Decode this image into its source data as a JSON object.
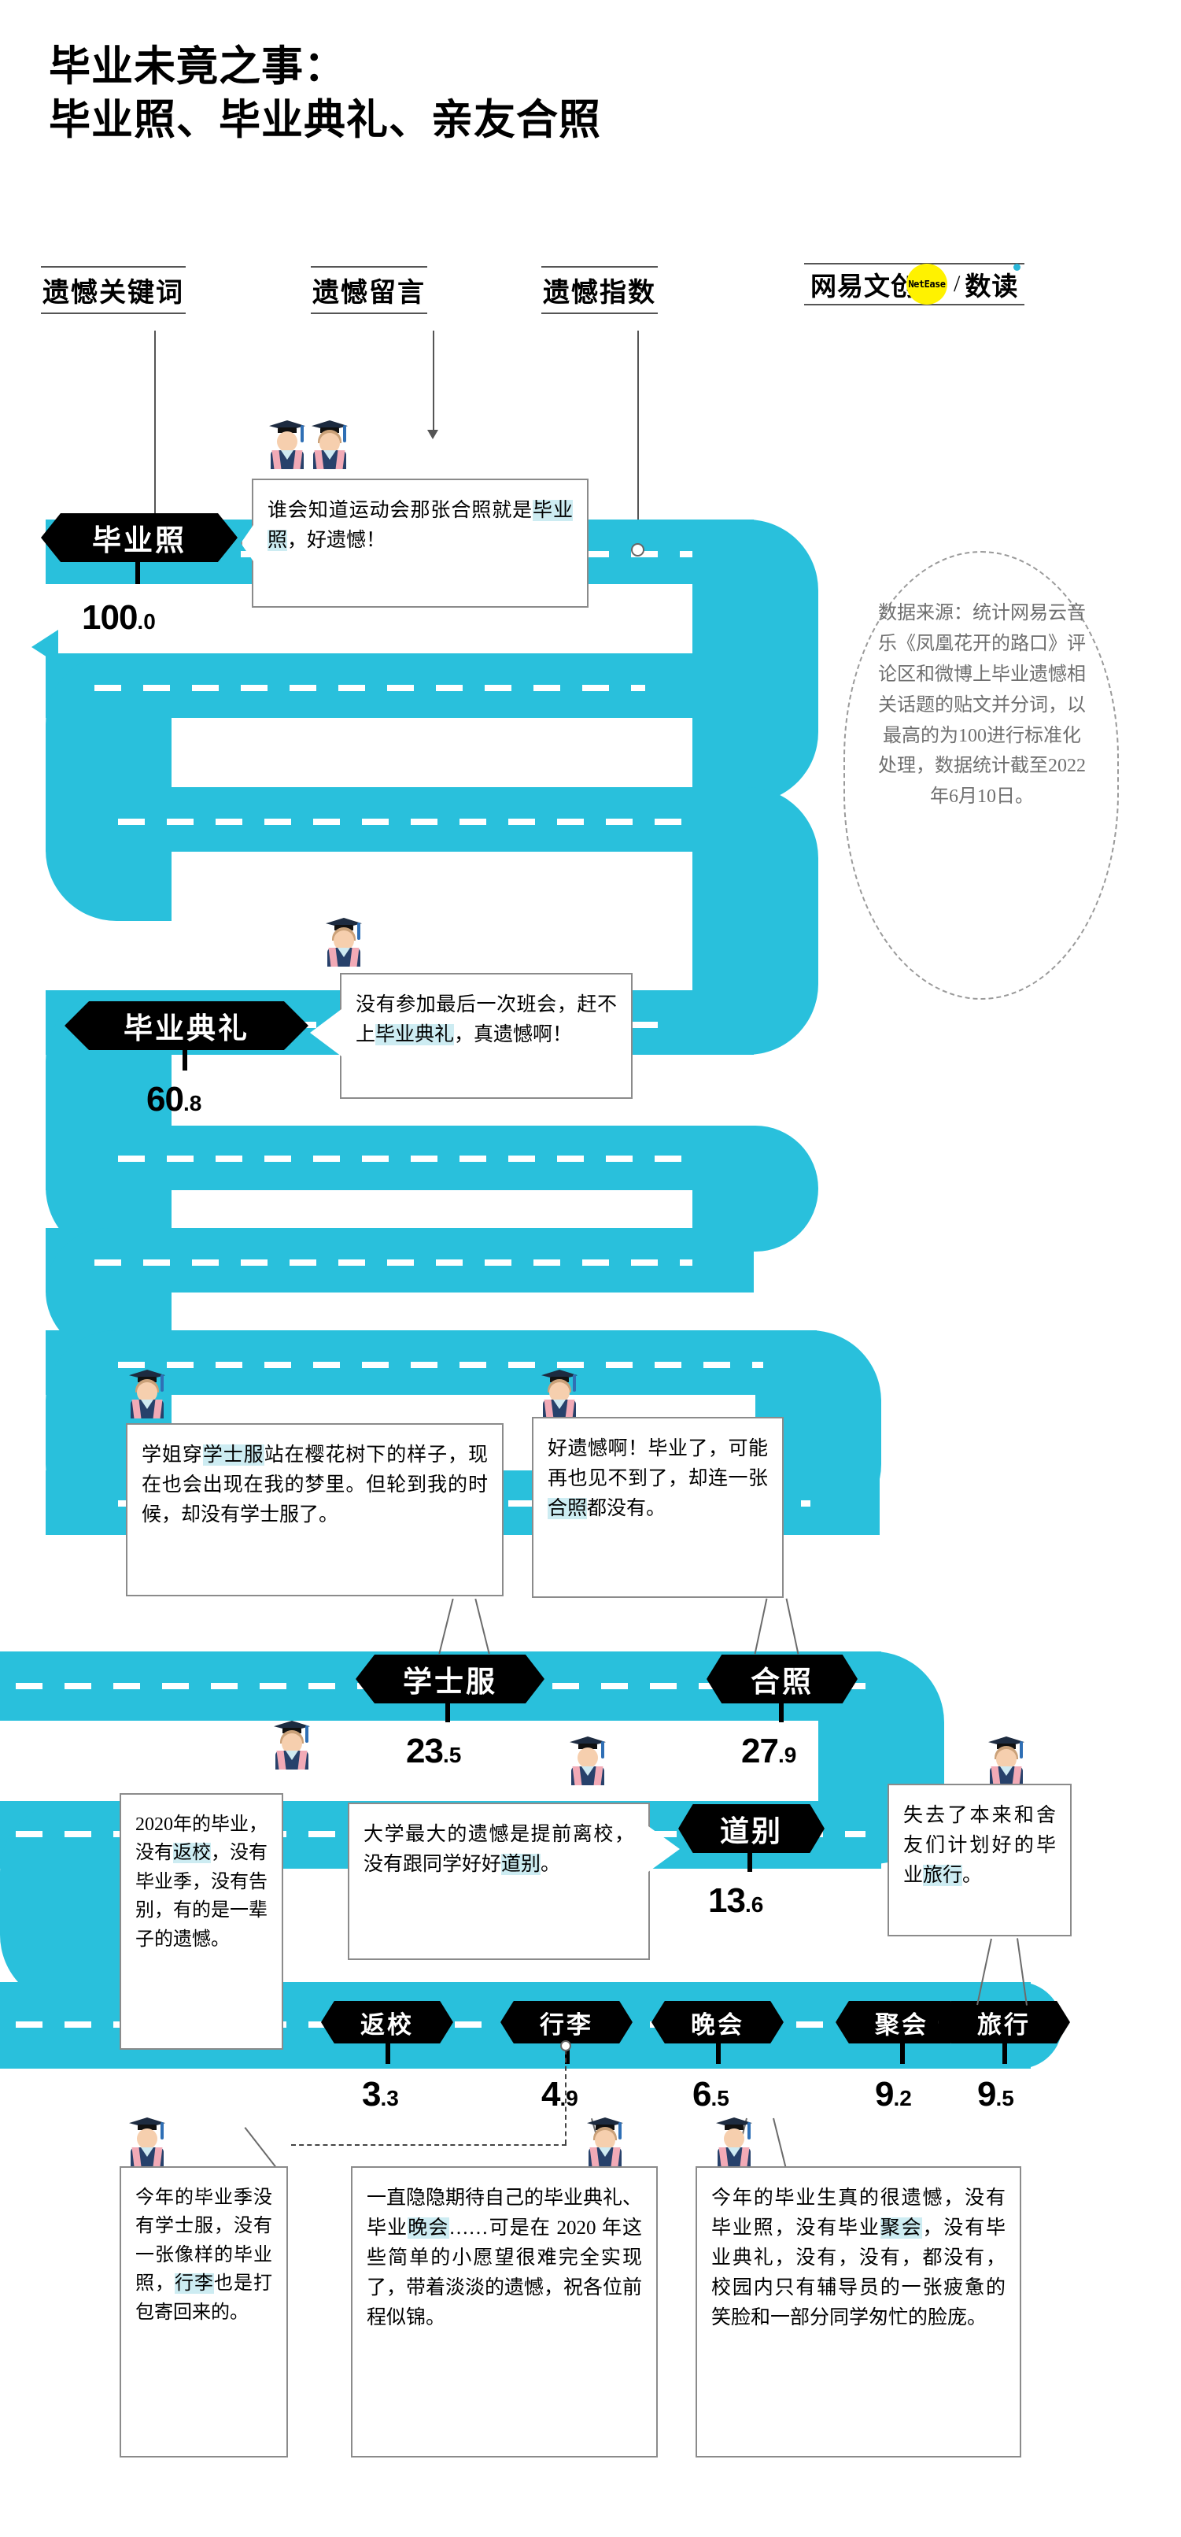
{
  "title": {
    "line1": "毕业未竟之事：",
    "line2": "毕业照、毕业典礼、亲友合照"
  },
  "legend": {
    "keyword": "遗憾关键词",
    "message": "遗憾留言",
    "index": "遗憾指数"
  },
  "logo": {
    "cn": "网易文创",
    "badge": "NetEase",
    "separator": "/",
    "cn2": "数读"
  },
  "source": {
    "text": "数据来源：统计网易云音乐《凤凰花开的路口》评论区和微博上毕业遗憾相关话题的贴文并分词，以最高的为100进行标准化处理，数据统计截至2022年6月10日。"
  },
  "chart_data": {
    "type": "bar",
    "title": "毕业未竟之事：毕业照、毕业典礼、亲友合照",
    "xlabel": "遗憾关键词",
    "ylabel": "遗憾指数",
    "ylim": [
      0,
      100
    ],
    "note": "以最高的为100进行标准化处理",
    "categories": [
      "毕业照",
      "毕业典礼",
      "学士服",
      "合照",
      "道别",
      "返校",
      "行李",
      "晚会",
      "聚会",
      "旅行"
    ],
    "values": [
      100.0,
      60.8,
      23.5,
      27.9,
      13.6,
      3.3,
      4.9,
      6.5,
      9.2,
      9.5
    ]
  },
  "nodes": [
    {
      "label": "毕业照",
      "int": "100",
      "dec": ".0"
    },
    {
      "label": "毕业典礼",
      "int": "60",
      "dec": ".8"
    },
    {
      "label": "学士服",
      "int": "23",
      "dec": ".5"
    },
    {
      "label": "合照",
      "int": "27",
      "dec": ".9"
    },
    {
      "label": "道别",
      "int": "13",
      "dec": ".6"
    },
    {
      "label": "返校",
      "int": "3",
      "dec": ".3"
    },
    {
      "label": "行李",
      "int": "4",
      "dec": ".9"
    },
    {
      "label": "晚会",
      "int": "6",
      "dec": ".5"
    },
    {
      "label": "聚会",
      "int": "9",
      "dec": ".2"
    },
    {
      "label": "旅行",
      "int": "9",
      "dec": ".5"
    }
  ],
  "bubbles": {
    "b1": {
      "pre": "谁会知道运动会那张合照就是",
      "hl": "毕业照",
      "post": "，好遗憾！"
    },
    "b2": {
      "pre": "没有参加最后一次班会，赶不上",
      "hl": "毕业典礼",
      "post": "，真遗憾啊！"
    },
    "b3": {
      "pre": "学姐穿",
      "hl": "学士服",
      "post": "站在樱花树下的样子，现在也会出现在我的梦里。但轮到我的时候，却没有学士服了。"
    },
    "b4": {
      "pre": "好遗憾啊！毕业了，可能再也见不到了，却连一张",
      "hl": "合照",
      "post": "都没有。"
    },
    "b5": {
      "pre": "2020年的毕业，没有",
      "hl": "返校",
      "post": "，没有毕业季，没有告别，有的是一辈子的遗憾。"
    },
    "b6": {
      "pre": "大学最大的遗憾是提前离校，没有跟同学好好",
      "hl": "道别",
      "post": "。"
    },
    "b7": {
      "pre": "失去了本来和舍友们计划好的毕业",
      "hl": "旅行",
      "post": "。"
    },
    "b8": {
      "pre": "今年的毕业季没有学士服，没有一张像样的毕业照，",
      "hl": "行李",
      "post": "也是打包寄回来的。"
    },
    "b9": {
      "pre": "一直隐隐期待自己的毕业典礼、毕业",
      "hl": "晚会",
      "post": "……可是在 2020 年这些简单的小愿望很难完全实现了，带着淡淡的遗憾，祝各位前程似锦。"
    },
    "b10": {
      "pre": "今年的毕业生真的很遗憾，没有毕业照，没有毕业",
      "hl": "聚会",
      "post": "，没有毕业典礼，没有，没有，都没有，校园内只有辅导员的一张疲惫的笑脸和一部分同学匆忙的脸庞。"
    }
  },
  "colors": {
    "road": "#29C0DC",
    "highlight": "#cdecf2",
    "chip": "#000000",
    "brand_yellow": "#FFF200",
    "brand_blue": "#29B6D8"
  }
}
